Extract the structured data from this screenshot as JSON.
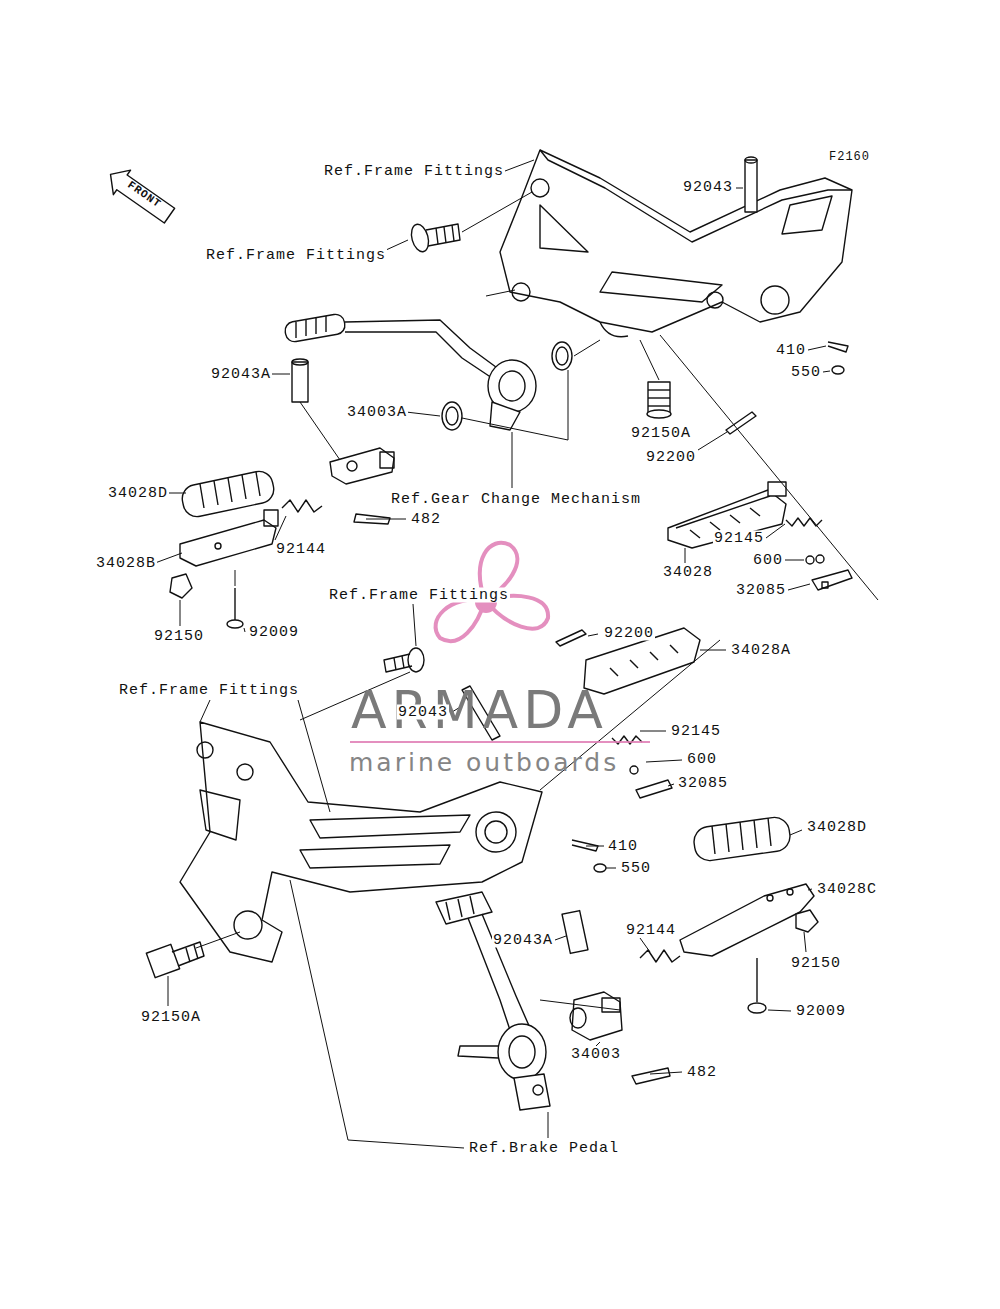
{
  "diagram": {
    "labels": [
      "F2160",
      "Ref.Frame Fittings",
      "92043",
      "FRONT",
      "Ref.Frame Fittings",
      "92043A",
      "410",
      "550",
      "34003A",
      "92150A",
      "92200",
      "34028D",
      "Ref.Gear Change Mechanism",
      "482",
      "92145",
      "92144",
      "600",
      "34028B",
      "34028",
      "32085",
      "Ref.Frame Fittings",
      "92200",
      "92009",
      "92150",
      "34028A",
      "Ref.Frame Fittings",
      "92043",
      "92145",
      "600",
      "32085",
      "34028D",
      "410",
      "550",
      "34028C",
      "92144",
      "92043A",
      "92150",
      "92009",
      "92150A",
      "34003",
      "482",
      "Ref.Brake Pedal",
      "ARMADA",
      "marine outboards"
    ]
  }
}
